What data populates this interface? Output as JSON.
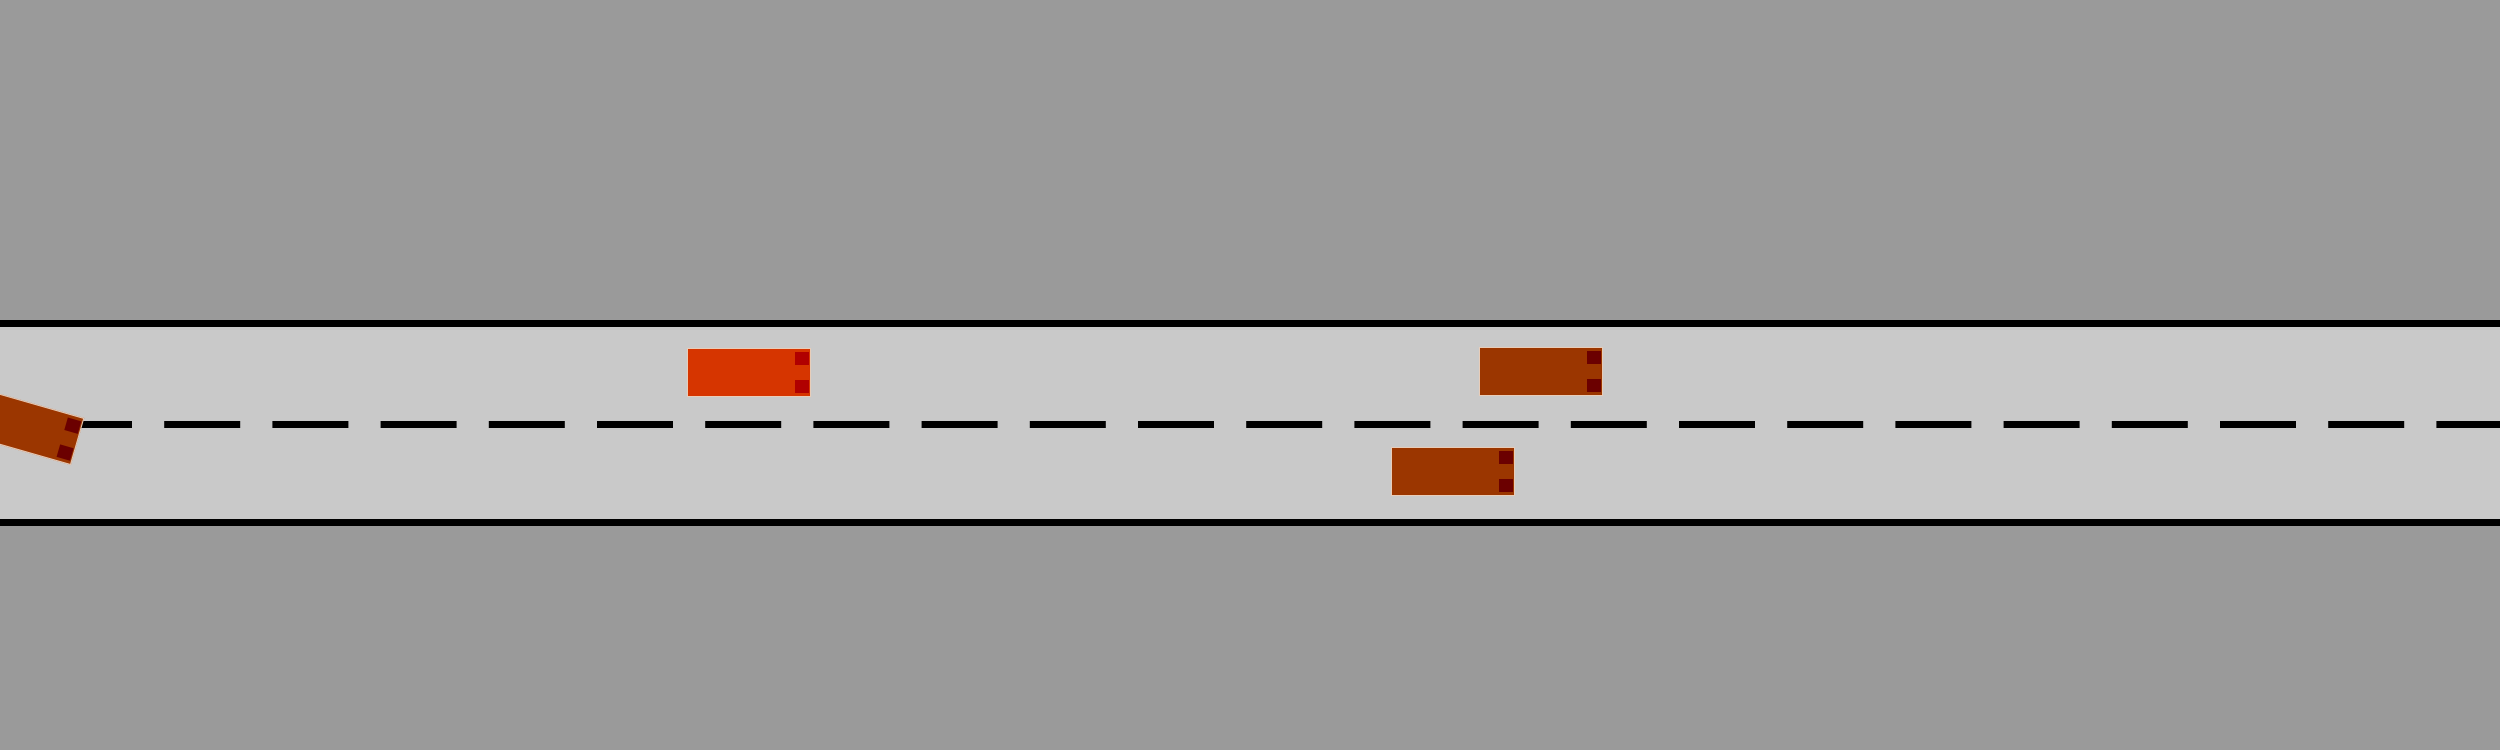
{
  "scene": {
    "type": "two-lane highway, top-down view",
    "background_color": "#9a9a9a",
    "road_color": "#c9c9c9",
    "edge_line_color": "#000000",
    "lane_marking_color": "#000000",
    "lanes": 2
  },
  "vehicles": [
    {
      "id": "ego",
      "role": "ego-vehicle",
      "color": "#d63500",
      "light_color": "#b00000"
    },
    {
      "id": "car-1",
      "role": "other-vehicle",
      "color": "#9b3600",
      "light_color": "#6b0000"
    },
    {
      "id": "car-2",
      "role": "other-vehicle",
      "color": "#9b3600",
      "light_color": "#6b0000"
    },
    {
      "id": "car-3",
      "role": "other-vehicle",
      "color": "#9b3600",
      "light_color": "#6b0000",
      "heading": "turning"
    }
  ]
}
